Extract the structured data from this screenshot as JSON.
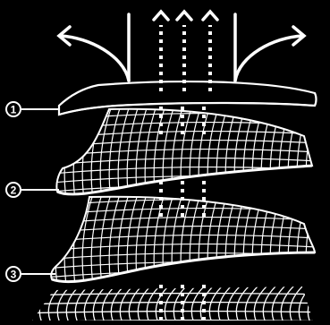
{
  "callouts": [
    {
      "number": "1"
    },
    {
      "number": "2"
    },
    {
      "number": "3"
    }
  ],
  "layers": [
    "top-membrane",
    "middle-mesh-layer",
    "lower-mesh-layer",
    "base-grid"
  ],
  "dotted_arrow_count": 3,
  "colors": {
    "background": "#000000",
    "stroke": "#ffffff",
    "fill": "#000000"
  }
}
